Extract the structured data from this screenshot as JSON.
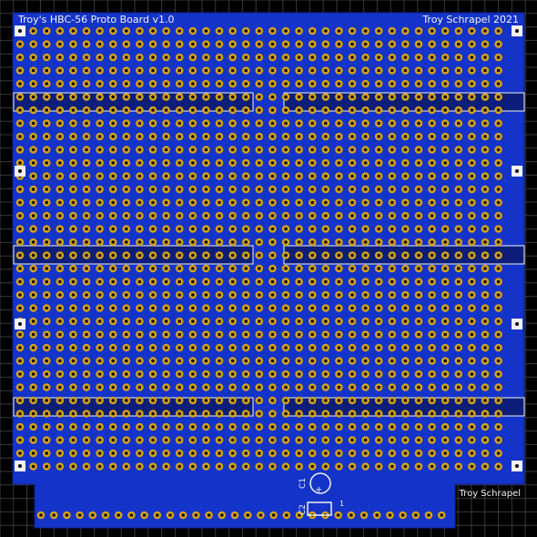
{
  "board": {
    "title": "Troy's HBC-56 Proto Board v1.0",
    "author_year": "Troy Schrapel 2021",
    "author_tab": "Troy Schrapel",
    "cap1_label": "C1",
    "cap2_label": "C2",
    "plus_marker": "+",
    "one_marker": "1",
    "colors": {
      "background": "#000000",
      "grid": "#3a3a3a",
      "pcb": "#1433c8",
      "pad": "#d6a21a",
      "hole": "#0a0a0a",
      "silkscreen": "#f2f2f2"
    }
  }
}
